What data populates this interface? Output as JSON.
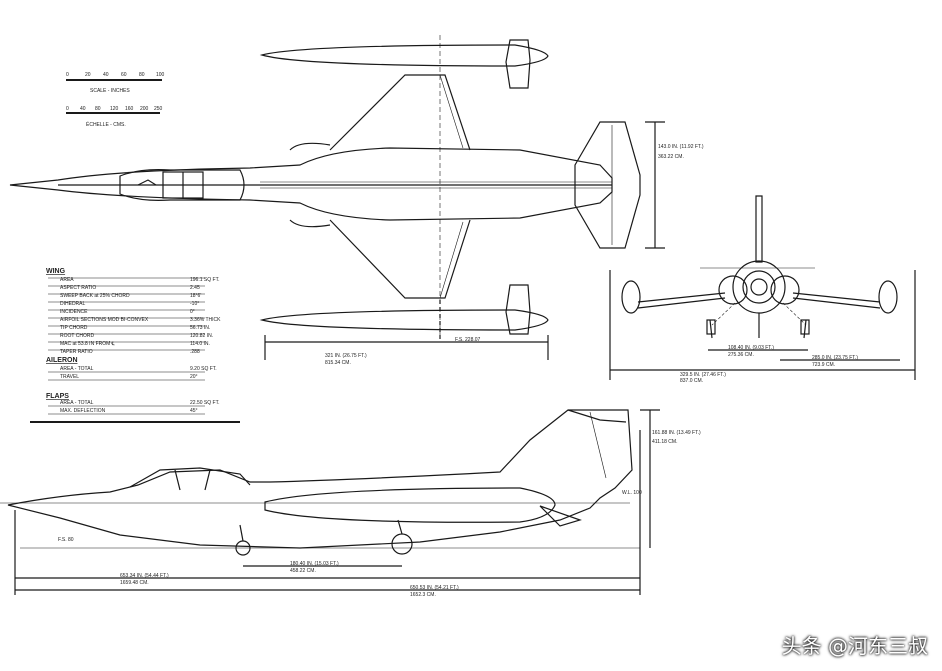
{
  "scale": {
    "inches_label": "SCALE - INCHES",
    "inches_ticks": [
      "0",
      "20",
      "40",
      "60",
      "80",
      "100"
    ],
    "cm_label": "ÉCHELLE - CMS.",
    "cm_ticks": [
      "0",
      "40",
      "80",
      "120",
      "160",
      "200",
      "250"
    ]
  },
  "specs": {
    "wing": {
      "heading": "WING",
      "rows": [
        {
          "label": "AREA",
          "value": "196.1 SQ FT."
        },
        {
          "label": "ASPECT RATIO",
          "value": "2.45"
        },
        {
          "label": "SWEEP BACK at 25% CHORD",
          "value": "18°6'"
        },
        {
          "label": "DIHEDRAL",
          "value": "-10°"
        },
        {
          "label": "INCIDENCE",
          "value": "0°"
        },
        {
          "label": "AIRFOIL SECTIONS MOD BI-CONVEX",
          "value": "3.36% THICK"
        },
        {
          "label": "TIP CHORD",
          "value": "56.73 IN."
        },
        {
          "label": "ROOT CHORD",
          "value": "120.82 IN."
        },
        {
          "label": "MAC at 53.8 IN FROM ℄",
          "value": "114.0 IN."
        },
        {
          "label": "TAPER RATIO",
          "value": ".288"
        }
      ]
    },
    "aileron": {
      "heading": "AILERON",
      "rows": [
        {
          "label": "AREA - TOTAL",
          "value": "9.20 SQ FT."
        },
        {
          "label": "TRAVEL",
          "value": "20°"
        }
      ]
    },
    "flaps": {
      "heading": "FLAPS",
      "rows": [
        {
          "label": "AREA - TOTAL",
          "value": "22.50 SQ FT."
        },
        {
          "label": "MAX. DEFLECTION",
          "value": "45°"
        }
      ]
    }
  },
  "dims": {
    "top_span": "321 IN. (26.75 FT.)",
    "top_span_cm": "815.34 CM.",
    "top_station": "F.S. 228.07",
    "fin_height": "143.0 IN. (11.92 FT.)",
    "fin_height_cm": "363.22 CM.",
    "gear_track": "108.40 IN. (9.03 FT.)",
    "gear_track_cm": "275.36 CM.",
    "half_span": "285.0 IN. (23.75 FT.)",
    "half_span_cm": "723.9 CM.",
    "front_span": "329.5 IN. (27.46 FT.)",
    "front_span_cm": "837.0 CM.",
    "side_height": "161.88 IN. (13.49 FT.)",
    "side_height_cm": "411.18 CM.",
    "wl": "W.L. 100",
    "fs": "F.S. 80",
    "wheelbase": "180.40 IN. (15.03 FT.)",
    "wheelbase_cm": "458.22 CM.",
    "length1": "653.34 IN. (54.44 FT.)",
    "length1_cm": "1659.48 CM.",
    "length2": "650.53 IN. (54.21 FT.)",
    "length2_cm": "1652.3 CM."
  },
  "watermark": "头条 @河东三叔"
}
